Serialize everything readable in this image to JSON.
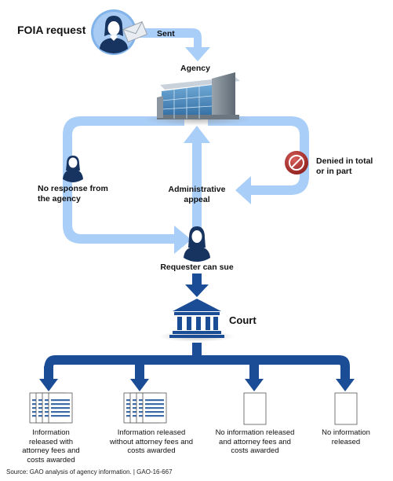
{
  "title": "FOIA request",
  "labels": {
    "sent": "Sent",
    "agency": "Agency",
    "denied_line1": "Denied in total",
    "denied_line2": "or in part",
    "no_response_line1": "No response from",
    "no_response_line2": "the agency",
    "appeal_line1": "Administrative",
    "appeal_line2": "appeal",
    "can_sue": "Requester can sue",
    "court": "Court"
  },
  "outcomes": [
    {
      "line1": "Information",
      "line2": "released with",
      "line3": "attorney fees and",
      "line4": "costs awarded"
    },
    {
      "line1": "Information released",
      "line2": "without attorney fees and",
      "line3": "costs awarded"
    },
    {
      "line1": "No information released",
      "line2": "and attorney fees and",
      "line3": "costs awarded"
    },
    {
      "line1": "No information",
      "line2": "released"
    }
  ],
  "source": "Source: GAO analysis of agency information.  |  GAO-16-667",
  "colors": {
    "light_arrow": "#a9cef7",
    "dark_arrow": "#1a4d96",
    "person_circle": "#82b3ea",
    "person_fill": "#17335f",
    "denied_red": "#b5302e"
  }
}
